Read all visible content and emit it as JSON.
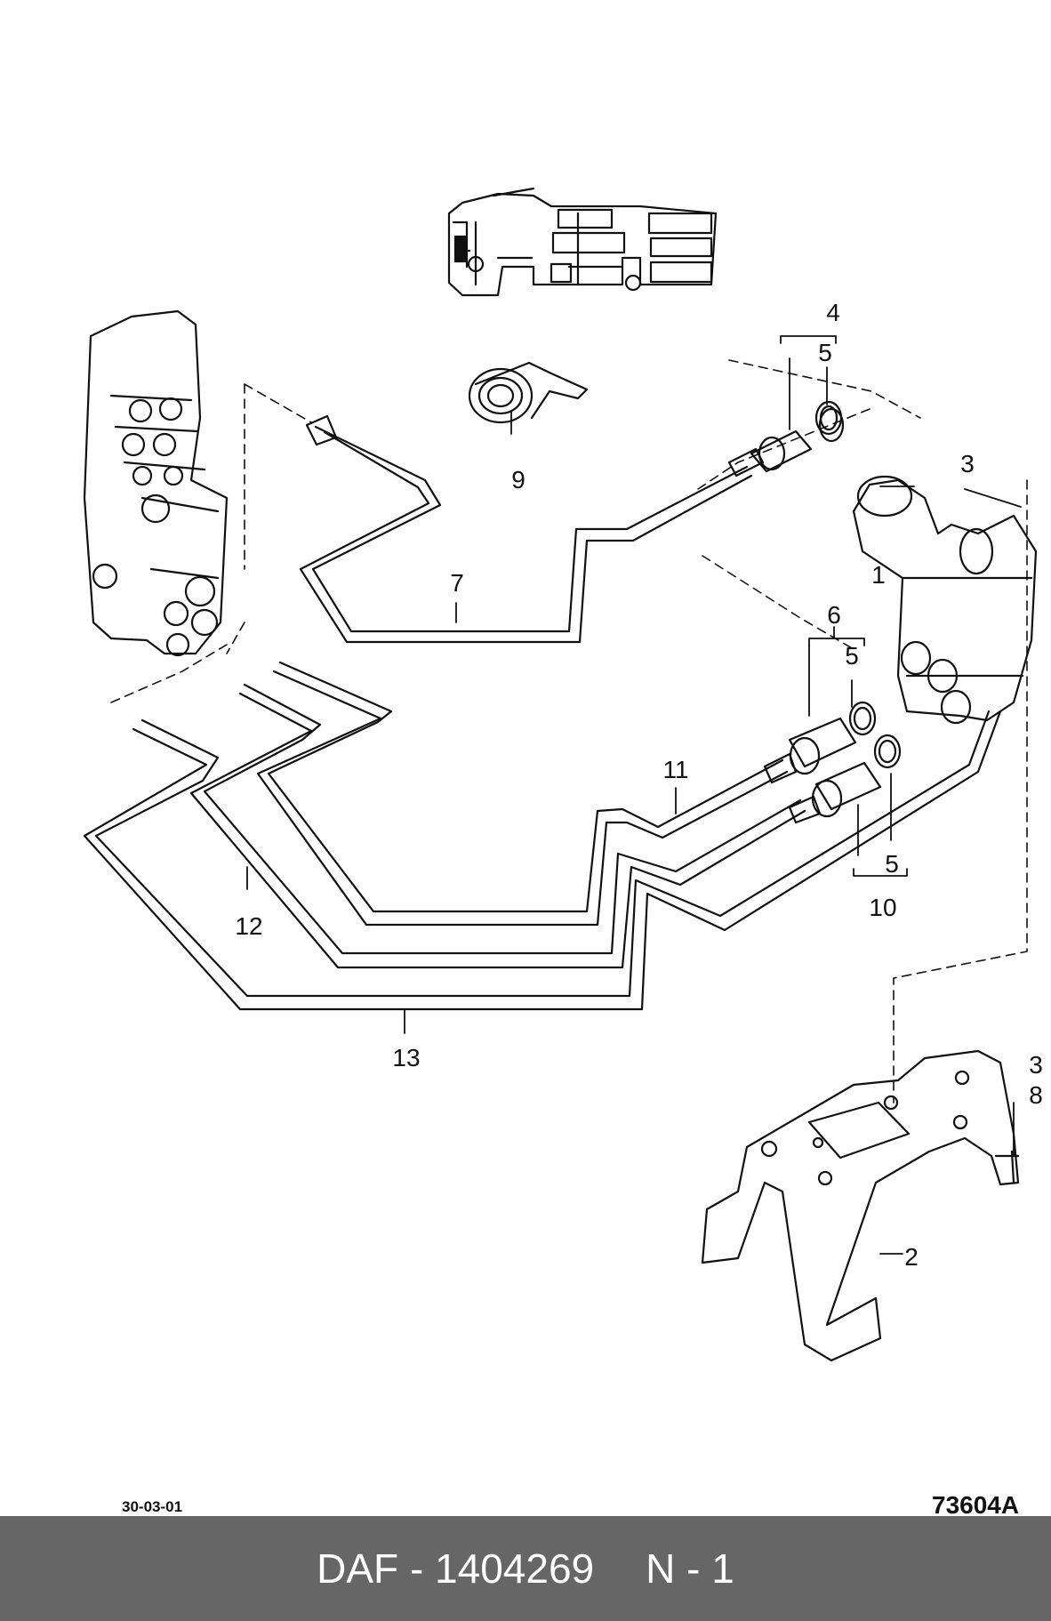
{
  "callouts": {
    "c1": "1",
    "c2": "2",
    "c3a": "3",
    "c3b": "3",
    "c4": "4",
    "c5a": "5",
    "c5b": "5",
    "c5c": "5",
    "c6": "6",
    "c7": "7",
    "c8": "8",
    "c9": "9",
    "c10": "10",
    "c11": "11",
    "c12": "12",
    "c13": "13"
  },
  "date_code": "30-03-01",
  "drawing_number": "73604A",
  "footer": {
    "brand": "DAF",
    "separator": "-",
    "part_number": "1404269",
    "variant": "N - 1"
  },
  "colors": {
    "footer_bg": "#666666",
    "footer_text": "#ffffff",
    "line": "#111111"
  }
}
